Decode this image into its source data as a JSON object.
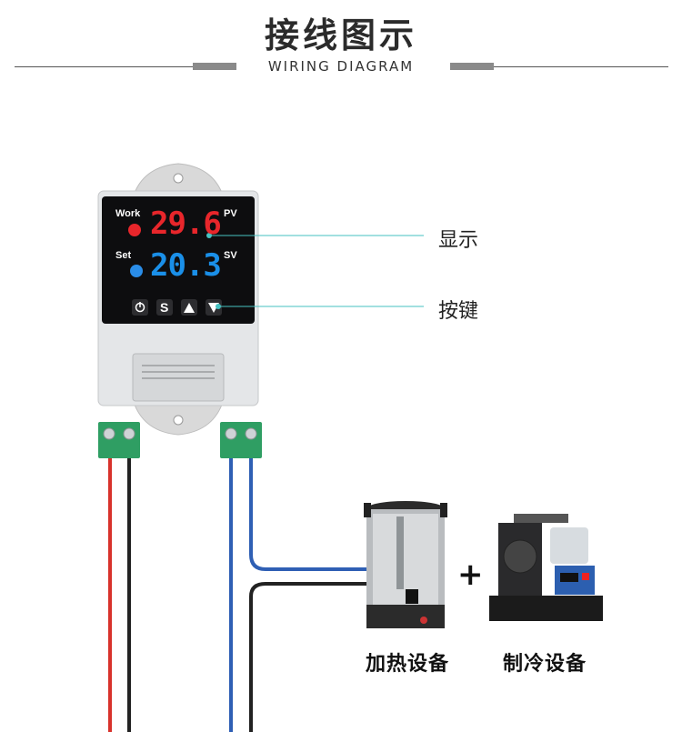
{
  "header": {
    "title": "接线图示",
    "subtitle": "WIRING DIAGRAM"
  },
  "controller": {
    "work_label": "Work",
    "set_label": "Set",
    "pv_label": "PV",
    "sv_label": "SV",
    "pv_value": "29.6",
    "sv_value": "20.3",
    "buttons": [
      "power-icon",
      "S",
      "up-arrow-icon",
      "down-arrow-icon"
    ]
  },
  "callouts": {
    "display": "显示",
    "keys": "按键"
  },
  "devices": {
    "heating": "加热设备",
    "cooling": "制冷设备",
    "plus": "+"
  },
  "colors": {
    "pv": "#e8262b",
    "sv": "#1a8fe8",
    "wire_red": "#d8322c",
    "wire_black": "#222222",
    "wire_blue": "#2f5fb4",
    "terminal": "#2f9e63"
  }
}
